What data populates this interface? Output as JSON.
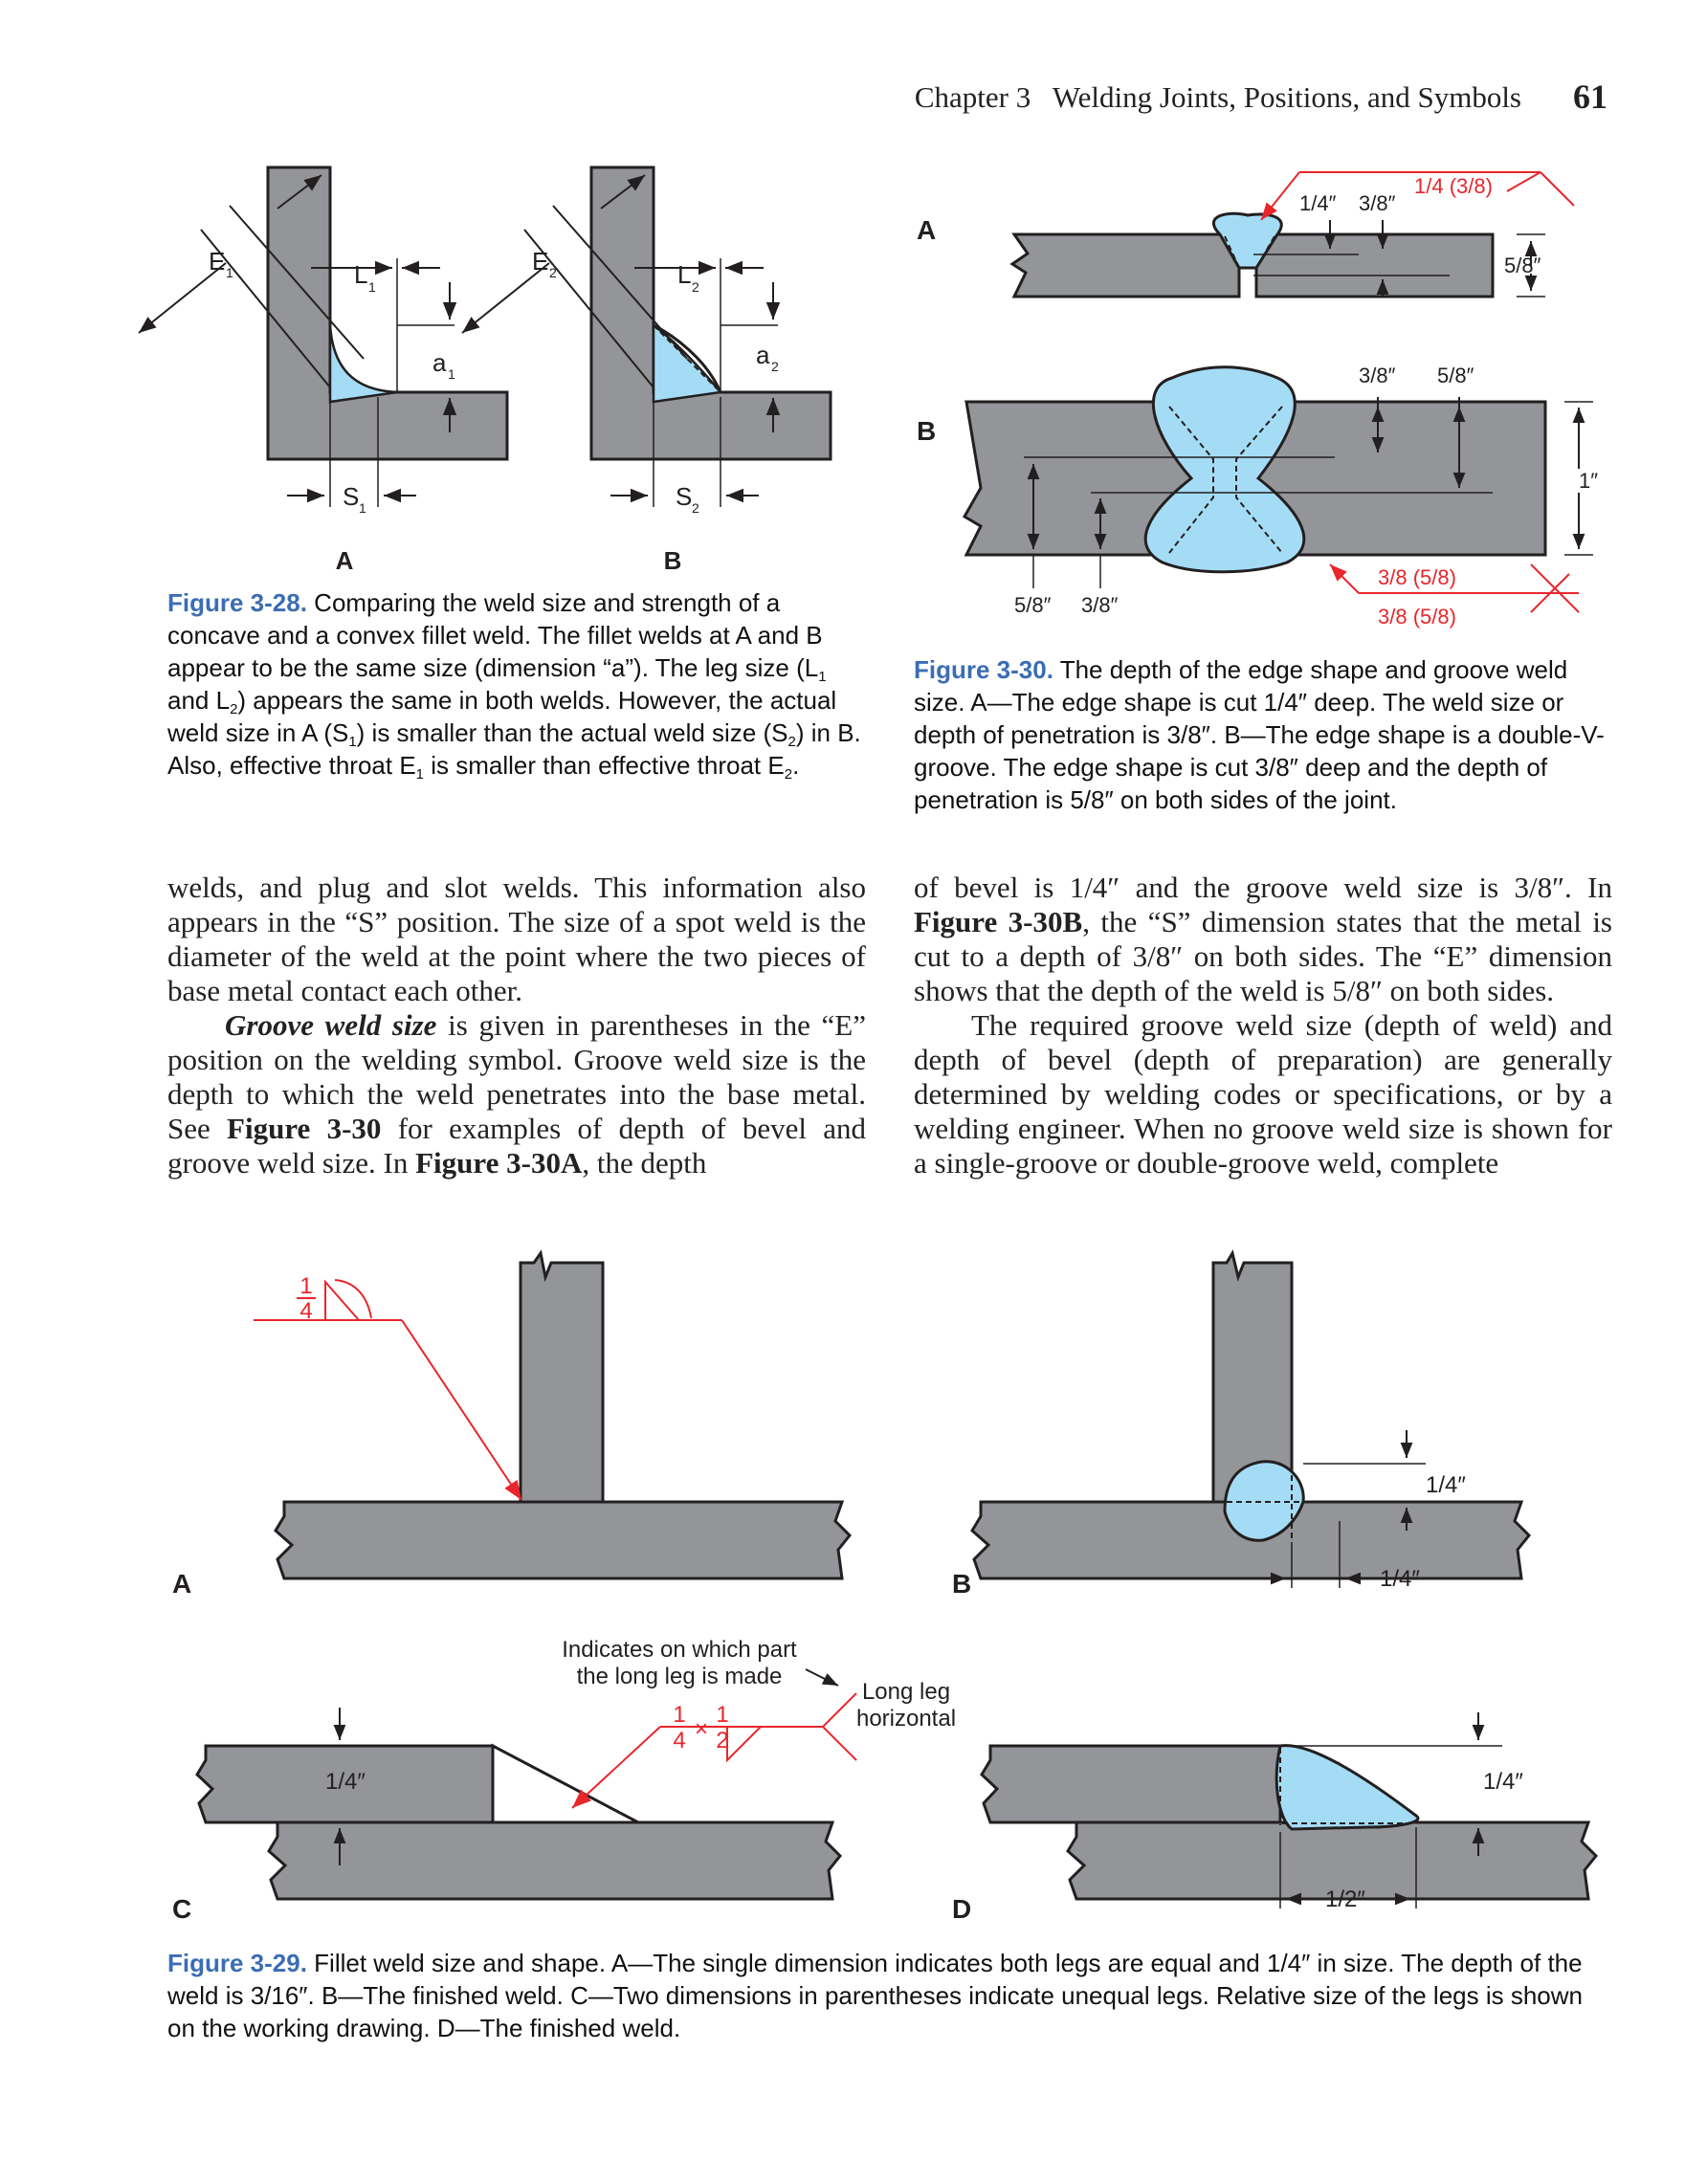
{
  "header": {
    "chapter": "Chapter 3   Welding Joints, Positions, and Symbols",
    "page_number": "61"
  },
  "fig28": {
    "labels": {
      "E": "E",
      "L": "L",
      "a": "a",
      "S": "S",
      "sub1": "1",
      "sub2": "2",
      "panel_a": "A",
      "panel_b": "B"
    },
    "caption_label": "Figure 3-28.",
    "caption": {
      "p1": " Comparing the weld size and strength of a concave and a convex fillet weld. The fillet welds at A and B appear to be the same size (dimension “a”). The leg size (L",
      "p2": " and L",
      "p3": ") appears the same in both welds. However, the actual weld size in A (S",
      "p4": ") is smaller than the actual weld size (S",
      "p5": ") in B. Also, effective throat E",
      "p6": " is smaller than effective throat E",
      "p7": ".",
      "sub1": "1",
      "sub2": "2"
    }
  },
  "fig30": {
    "panel_a": "A",
    "panel_b": "B",
    "a_symbol_top": "1/4 (3/8)",
    "a_dim_14": "1/4″",
    "a_dim_38": "3/8″",
    "a_dim_58": "5/8″",
    "b_dim_38": "3/8″",
    "b_dim_58": "5/8″",
    "b_dim_1": "1″",
    "b_bottom_58": "5/8″",
    "b_bottom_38": "3/8″",
    "b_symbol_top": "3/8 (5/8)",
    "b_symbol_bottom": "3/8 (5/8)",
    "caption_label": "Figure 3-30.",
    "caption": " The depth of the edge shape and groove weld size. A—The edge shape is cut 1/4″ deep. The weld size or depth of penetration is 3/8″. B—The edge shape is a double-V-groove. The edge shape is cut 3/8″ deep and the depth of penetration is 5/8″ on both sides of the joint."
  },
  "body": {
    "left_p1": "welds, and plug and slot welds. This information also appears in the “S” position. The size of a spot weld is the diameter of the weld at the point where the two pieces of base metal contact each other.",
    "left_p2_term": "Groove weld size",
    "left_p2_a": " is given in parentheses in the “E” position on the welding symbol. Groove weld size is the depth to which the weld penetrates into the base metal. See ",
    "left_p2_ref1": "Figure 3-30",
    "left_p2_b": " for examples of depth of bevel and groove weld size. In ",
    "left_p2_ref2": "Figure 3-30A",
    "left_p2_c": ", the depth",
    "right_p1_a": "of bevel is 1/4″ and the groove weld size is 3/8″. In ",
    "right_p1_ref": "Figure 3-30B",
    "right_p1_b": ", the “S” dimension states that the metal is cut to a depth of 3/8″ on both sides. The “E” dimension shows that the depth of the weld is 5/8″ on both sides.",
    "right_p2": "The required groove weld size (depth of weld) and depth of bevel (depth of preparation) are generally determined by welding codes or specifications, or by a welding engineer. When no groove weld size is shown for a single-groove or double-groove weld, complete"
  },
  "fig29": {
    "frac_num": "1",
    "frac_den": "4",
    "panel_a": "A",
    "panel_b": "B",
    "panel_c": "C",
    "panel_d": "D",
    "b_dim_vert": "1/4″",
    "b_dim_horiz": "1/4″",
    "c_note": [
      "Indicates on which part",
      "the long leg is made"
    ],
    "c_long_leg": [
      "Long leg",
      "horizontal"
    ],
    "c_frac1_num": "1",
    "c_frac1_den": "4",
    "c_times": "×",
    "c_frac2_num": "1",
    "c_frac2_den": "2",
    "c_dim": "1/4″",
    "d_dim_vert": "1/4″",
    "d_dim_horiz": "1/2″",
    "caption_label": "Figure 3-29.",
    "caption": " Fillet weld size and shape. A—The single dimension indicates both legs are equal and 1/4″ in size. The depth of the weld is 3/16″. B—The finished weld. C—Two dimensions in parentheses indicate unequal legs. Relative size of the legs is shown on the working drawing. D—The finished weld."
  },
  "colors": {
    "metal": "#939598",
    "weld": "#a5dcf5",
    "symbol_red": "#e8262b",
    "caption_blue": "#3b6db4"
  }
}
